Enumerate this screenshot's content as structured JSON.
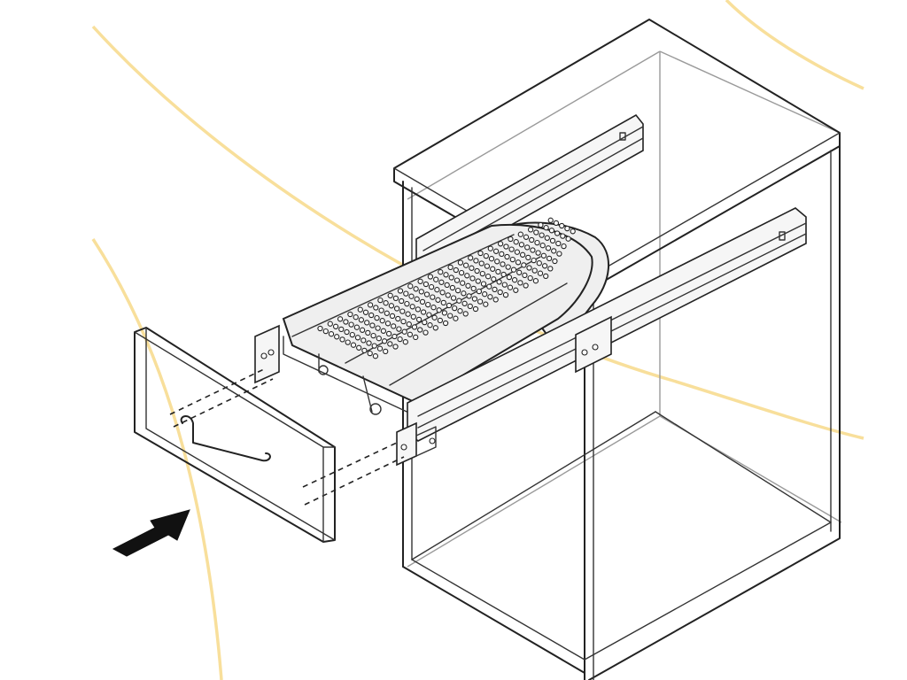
{
  "colors": {
    "line": "#222222",
    "hidden_edge": "#9a9a9a",
    "arc_accent": "#f7d98a",
    "arrow": "#111111",
    "background": "#ffffff"
  },
  "parts": [
    {
      "name": "cabinet-carcass",
      "icon": "cabinet-outline"
    },
    {
      "name": "pull-out-ironing-board",
      "icon": "perforated-board"
    },
    {
      "name": "drawer-runners",
      "icon": "rail"
    },
    {
      "name": "drawer-front-panel",
      "icon": "panel-with-handle"
    },
    {
      "name": "insertion-arrow",
      "icon": "arrow-right-up-icon"
    }
  ]
}
